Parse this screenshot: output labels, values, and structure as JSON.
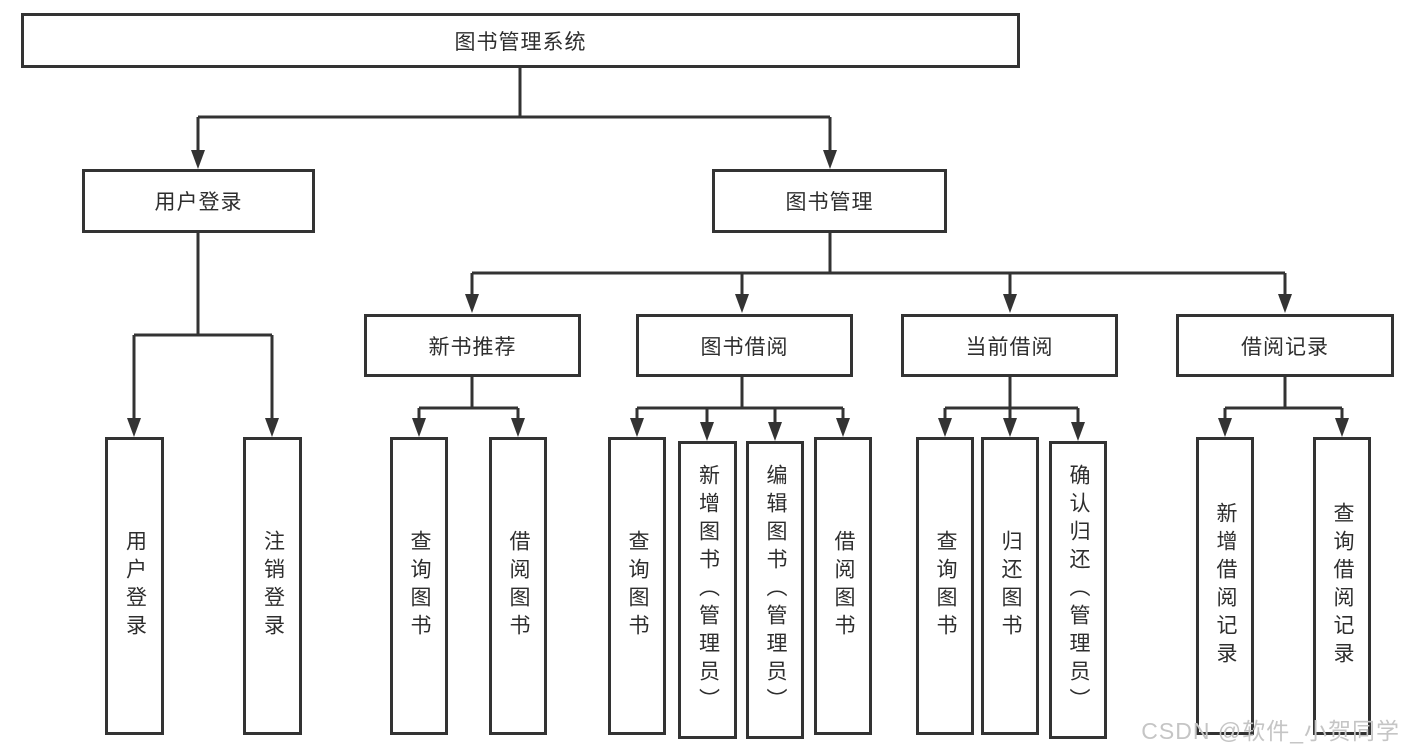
{
  "colors": {
    "line": "#333333",
    "text": "#2e2e2e",
    "node_fill": "#ffffff",
    "background": "#ffffff",
    "watermark": "#c5c5c5"
  },
  "watermark": "CSDN @软件_小贺同学",
  "diagram": {
    "type": "hierarchy-tree",
    "title": "图书管理系统",
    "branches": [
      {
        "label": "用户登录",
        "children": [
          {
            "label": "用户登录"
          },
          {
            "label": "注销登录"
          }
        ]
      },
      {
        "label": "图书管理",
        "children": [
          {
            "label": "新书推荐",
            "children": [
              {
                "label": "查询图书"
              },
              {
                "label": "借阅图书"
              }
            ]
          },
          {
            "label": "图书借阅",
            "children": [
              {
                "label": "查询图书"
              },
              {
                "label": "新增图书（管理员）"
              },
              {
                "label": "编辑图书（管理员）"
              },
              {
                "label": "借阅图书"
              }
            ]
          },
          {
            "label": "当前借阅",
            "children": [
              {
                "label": "查询图书"
              },
              {
                "label": "归还图书"
              },
              {
                "label": "确认归还（管理员）"
              }
            ]
          },
          {
            "label": "借阅记录",
            "children": [
              {
                "label": "新增借阅记录"
              },
              {
                "label": "查询借阅记录"
              }
            ]
          }
        ]
      }
    ]
  }
}
